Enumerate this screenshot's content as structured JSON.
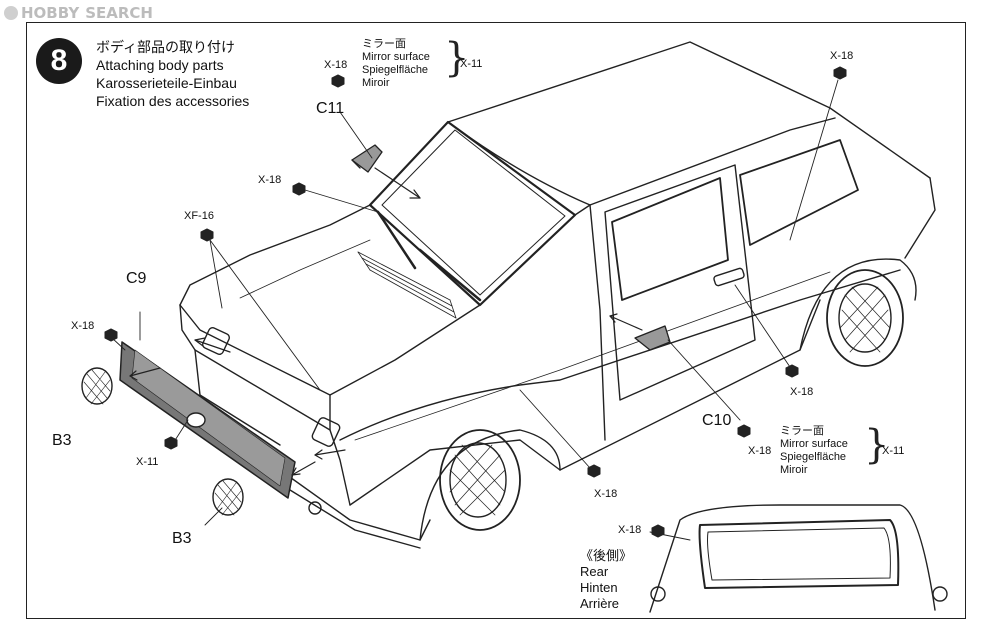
{
  "watermark": {
    "logo": "HOBBY",
    "text": "SEARCH"
  },
  "step": {
    "number": "8",
    "title_ja": "ボディ部品の取り付け",
    "title_en": "Attaching body parts",
    "title_de": "Karosserieteile-Einbau",
    "title_fr": "Fixation des accessories"
  },
  "screw_labels": {
    "x18_mirror_top": "X-18",
    "x18_wiper": "X-18",
    "x18_roof": "X-18",
    "xf16": "XF-16",
    "x18_grille": "X-18",
    "x11_grille": "X-11",
    "x18_door": "X-18",
    "x18_lower": "X-18",
    "x18_mirror_side": "X-18",
    "x18_rear": "X-18"
  },
  "parts": {
    "c11": "C11",
    "c9": "C9",
    "b3_top": "B3",
    "b3_bottom": "B3",
    "c10": "C10"
  },
  "mirror_note_top": {
    "ja": "ミラー面",
    "en": "Mirror surface",
    "de": "Spiegelfläche",
    "fr": "Miroir",
    "paint": "X-11"
  },
  "mirror_note_side": {
    "ja": "ミラー面",
    "en": "Mirror surface",
    "de": "Spiegelfläche",
    "fr": "Miroir",
    "paint": "X-11"
  },
  "rear_view": {
    "ja": "《後側》",
    "en": "Rear",
    "de": "Hinten",
    "fr": "Arrière"
  }
}
